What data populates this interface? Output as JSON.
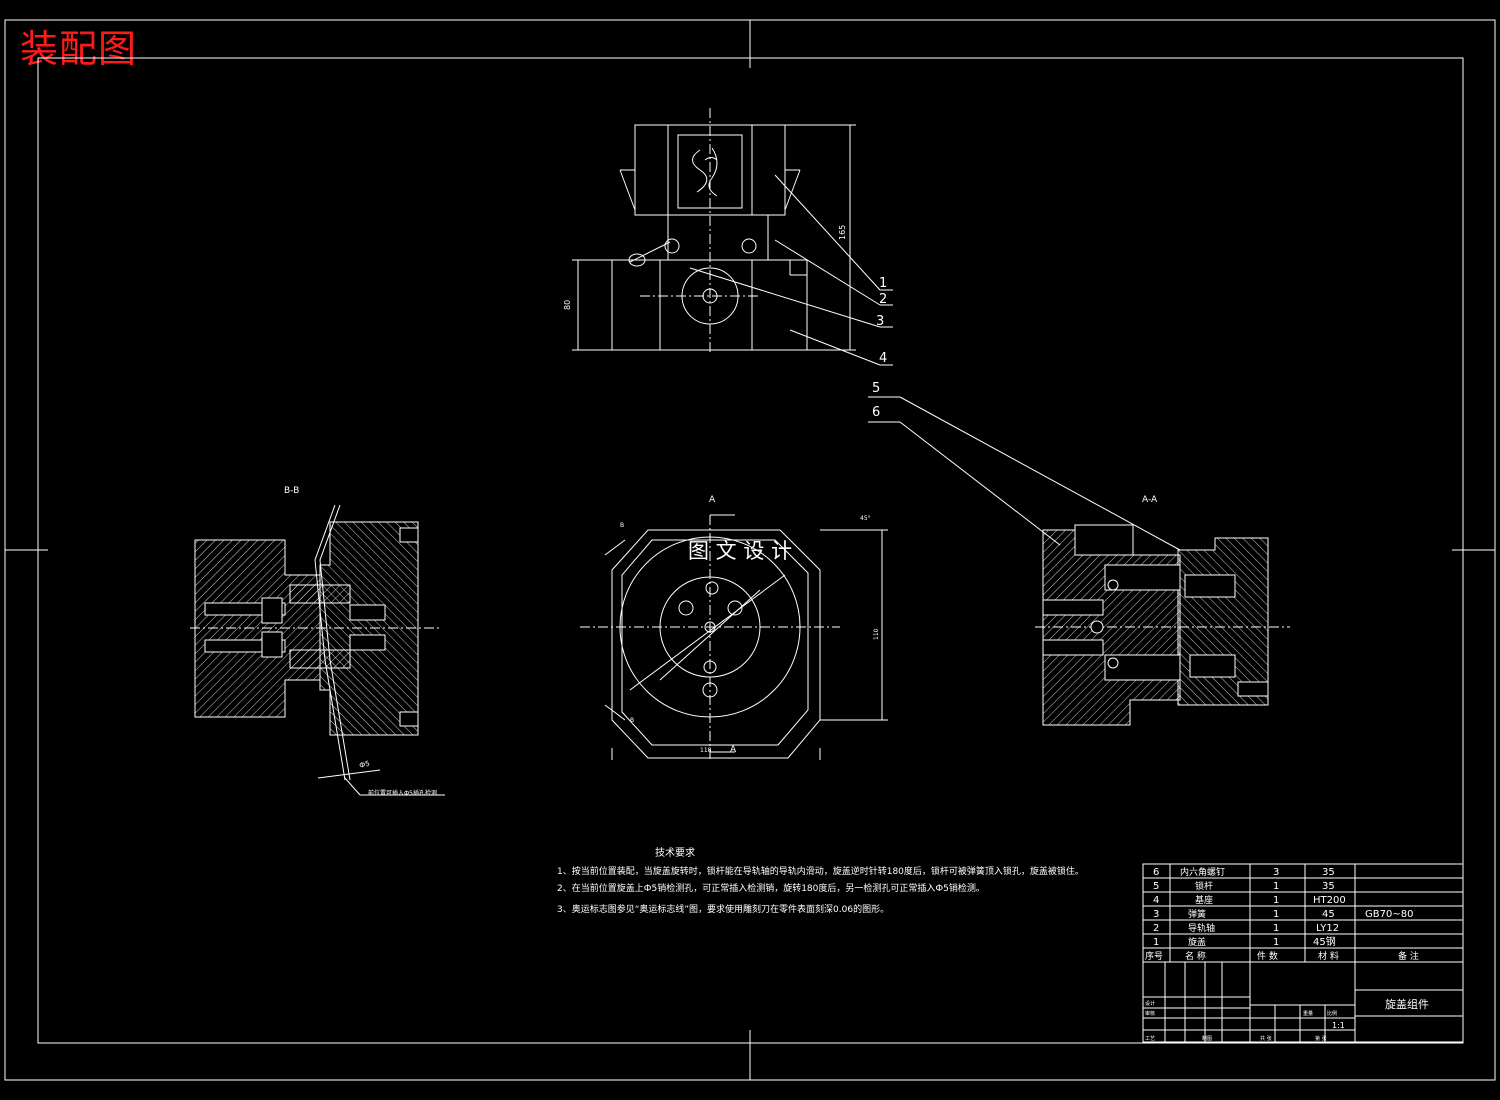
{
  "page_title": "装配图",
  "watermark": "图 文 设 计",
  "views": {
    "section_bb": "B-B",
    "section_aa": "A-A",
    "cut_a_top": "A",
    "cut_a_bottom": "A",
    "cut_b_top": "B",
    "cut_b_bottom": "B"
  },
  "dimensions": {
    "top_height": "80",
    "top_overall": "165",
    "width_bottom": "118",
    "height_right": "110",
    "angle": "45°",
    "bb_note_dim": "Ф5",
    "bb_note": "前位置可插入Ф5插孔检测"
  },
  "balloons": [
    "1",
    "2",
    "3",
    "4",
    "5",
    "6"
  ],
  "tech": {
    "title": "技术要求",
    "items": [
      "1、按当前位置装配，当旋盖旋转时，锁杆能在导轨轴的导轨内滑动，旋盖逆时针转180度后，锁杆可被弹簧顶入锁孔，旋盖被锁住。",
      "2、在当前位置旋盖上Ф5销检测孔，可正常插入检测销，旋转180度后，另一检测孔可正常插入Ф5销检测。",
      "3、奥运标志图参见“奥运标志线”图，要求使用雕刻刀在零件表面刻深0.06的图形。"
    ]
  },
  "bom": {
    "rows": [
      {
        "no": "6",
        "name": "内六角螺钉",
        "qty": "3",
        "mat": "35",
        "note": ""
      },
      {
        "no": "5",
        "name": "锁杆",
        "qty": "1",
        "mat": "35",
        "note": ""
      },
      {
        "no": "4",
        "name": "基座",
        "qty": "1",
        "mat": "HT200",
        "note": ""
      },
      {
        "no": "3",
        "name": "弹簧",
        "qty": "1",
        "mat": "45",
        "note": "GB70~80"
      },
      {
        "no": "2",
        "name": "导轨轴",
        "qty": "1",
        "mat": "LY12",
        "note": ""
      },
      {
        "no": "1",
        "name": "旋盖",
        "qty": "1",
        "mat": "45钢",
        "note": ""
      }
    ],
    "header": {
      "no": "序号",
      "name": "名  称",
      "qty": "件 数",
      "mat": "材 料",
      "note": "备 注"
    }
  },
  "title_block": {
    "part_name": "旋盖组件",
    "scale": "1:1",
    "labels": {
      "designer": "设计",
      "check": "审核",
      "process": "工艺",
      "drawn": "制图",
      "weight": "重量",
      "ratio": "比例",
      "sheet": "共 张",
      "page": "第 张"
    }
  }
}
